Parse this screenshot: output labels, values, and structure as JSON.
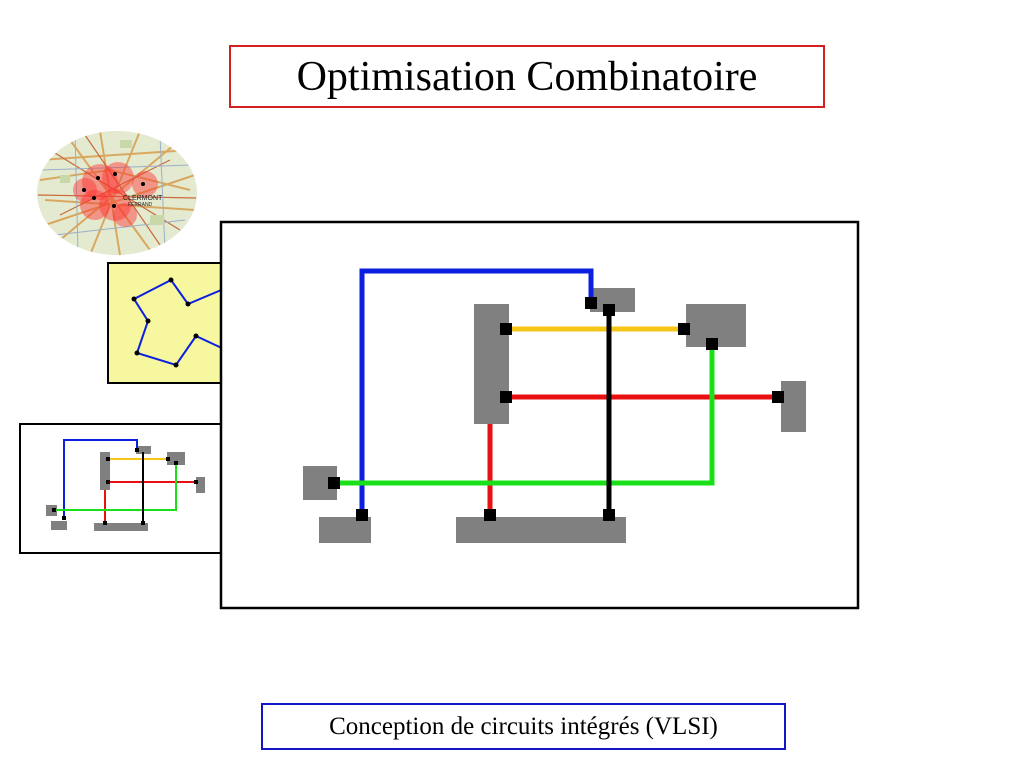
{
  "slide": {
    "title": "Optimisation Combinatoire",
    "caption": "Conception de circuits intégrés (VLSI)"
  },
  "map_thumbnail": {
    "label_line1": "CLERMONT",
    "label_line2": "FERRAND"
  },
  "colors": {
    "title_border": "#d42020",
    "caption_border": "#1515c8",
    "wire_blue": "#0a1fe0",
    "wire_yellow": "#f5c518",
    "wire_red": "#e81010",
    "wire_green": "#19e019",
    "wire_black": "#000000",
    "component_gray": "#808080",
    "tsp_panel": "#f7f7a0"
  }
}
